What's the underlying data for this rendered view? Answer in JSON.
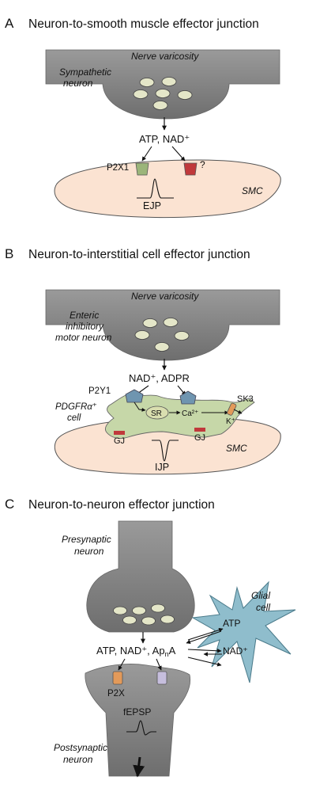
{
  "panels": {
    "A": {
      "letter": "A",
      "title": "Neuron-to-smooth muscle effector junction",
      "nerve_varicosity": "Nerve varicosity",
      "neuron_line1": "Sympathetic",
      "neuron_line2": "neuron",
      "transmitters": "ATP, NAD⁺",
      "receptor1": "P2X1",
      "unknown_receptor": "?",
      "potential": "EJP",
      "target": "SMC"
    },
    "B": {
      "letter": "B",
      "title": "Neuron-to-interstitial cell effector junction",
      "nerve_varicosity": "Nerve varicosity",
      "neuron_line1": "Enteric",
      "neuron_line2": "inhibitory",
      "neuron_line3": "motor neuron",
      "transmitters": "NAD⁺, ADPR",
      "receptor1": "P2Y1",
      "cell_line1": "PDGFRα⁺",
      "cell_line2": "cell",
      "sr": "SR",
      "calcium": "Ca²⁺",
      "channel": "SK3",
      "potassium": "K⁺",
      "gap_junction": "GJ",
      "potential": "IJP",
      "target": "SMC"
    },
    "C": {
      "letter": "C",
      "title": "Neuron-to-neuron effector junction",
      "pre_line1": "Presynaptic",
      "pre_line2": "neuron",
      "glial_line1": "Glial",
      "glial_line2": "cell",
      "atp": "ATP",
      "nad": "NAD⁺",
      "transmitters_main": "ATP, NAD⁺, Ap",
      "transmitters_sub": "n",
      "transmitters_end": "A",
      "receptor1": "P2X",
      "potential": "fEPSP",
      "post_line1": "Postsynaptic",
      "post_line2": "neuron"
    }
  },
  "colors": {
    "neuron": "#8c8c8c",
    "vesicle": "#e4e6c8",
    "smc": "#fbe3d2",
    "pdgfr_cell": "#c6d7a8",
    "glial": "#8fbdcc",
    "p2x1_receptor": "#9bb57a",
    "unknown_receptor": "#c0393b",
    "p2y1_receptor": "#6f95b0",
    "p2x_receptor": "#e39a5a",
    "c_receptor2": "#c6bedd",
    "gap_junction": "#c0393b"
  }
}
